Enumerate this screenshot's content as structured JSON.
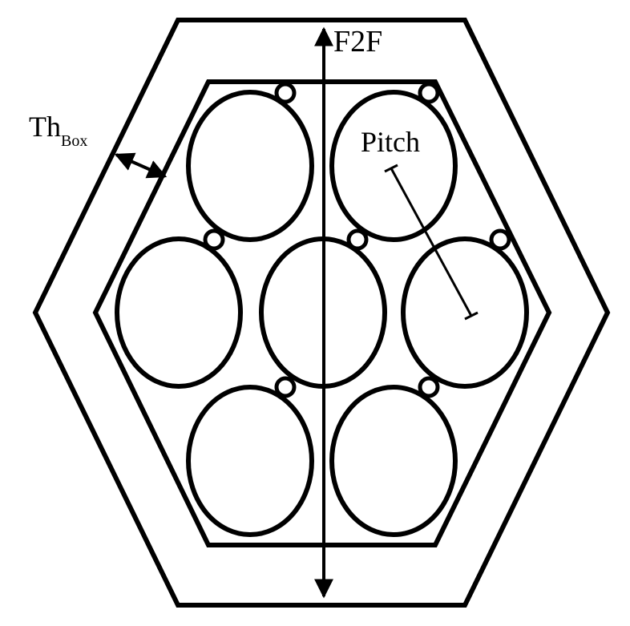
{
  "diagram": {
    "labels": {
      "f2f": "F2F",
      "pitch": "Pitch",
      "th_main": "Th",
      "th_sub": "Box"
    },
    "colors": {
      "line": "#000000",
      "background": "#ffffff"
    }
  }
}
